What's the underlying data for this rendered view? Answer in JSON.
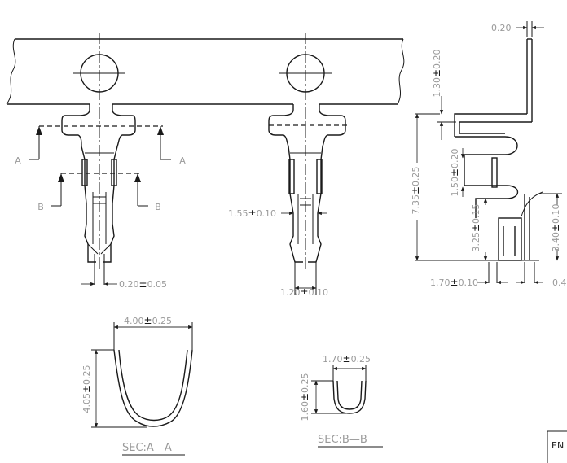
{
  "dimensions": {
    "tab_thickness": "0.20",
    "tab_height": "1.30",
    "tab_height_tol": "0.20",
    "overall_height": "7.35",
    "overall_height_tol": "0.25",
    "upper_span": "1.50",
    "upper_span_tol": "0.20",
    "lower_span": "3.25",
    "lower_span_tol": "0.15",
    "right_height": "3.40",
    "right_height_tol": "0.10",
    "side_width": "1.70",
    "side_width_tol": "0.10",
    "side_extra": "0.4",
    "front_pin_width": "1.55",
    "front_pin_width_tol": "0.10",
    "front_tip_width": "1.20",
    "front_tip_width_tol": "0.10",
    "left_tip_width": "0.20",
    "left_tip_width_tol": "0.05",
    "secA_width": "4.00",
    "secA_width_tol": "0.25",
    "secA_height": "4.05",
    "secA_height_tol": "0.25",
    "secB_width": "1.70",
    "secB_width_tol": "0.25",
    "secB_height": "1.60",
    "secB_height_tol": "0.25"
  },
  "symbols": {
    "plus_minus": "±"
  },
  "section_marks": {
    "a": "A",
    "b": "B"
  },
  "section_labels": {
    "a": "SEC:A—A",
    "b": "SEC:B—B"
  },
  "title_block": {
    "text": "EN"
  }
}
